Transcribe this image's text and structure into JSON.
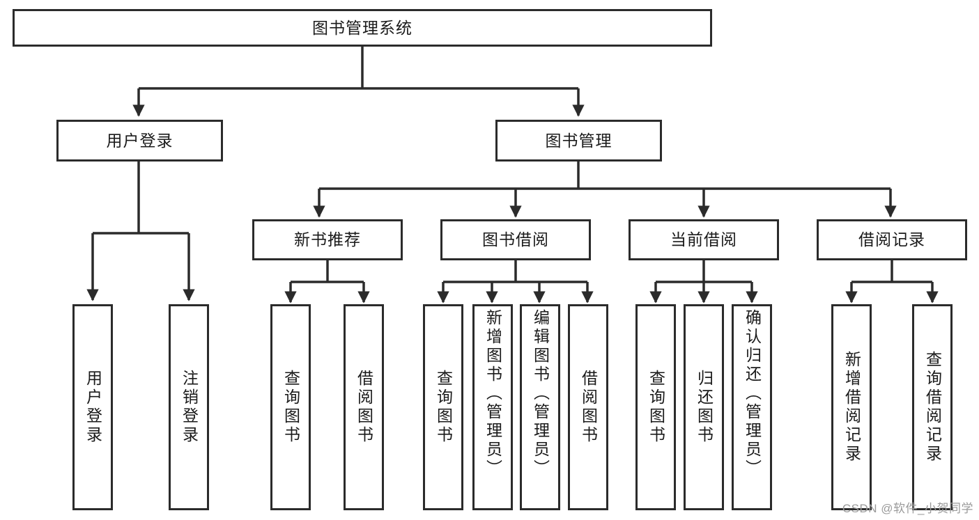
{
  "diagram": {
    "type": "tree",
    "title": "图书管理系统",
    "watermark": "CSDN @软件_小贺同学",
    "colors": {
      "stroke": "#2b2b2b",
      "fill": "#ffffff",
      "text": "#1a1a1a",
      "watermark": "#9a9a9a"
    },
    "root": {
      "label": "图书管理系统"
    },
    "level1": [
      {
        "label": "用户登录"
      },
      {
        "label": "图书管理"
      }
    ],
    "level2": [
      {
        "label": "新书推荐"
      },
      {
        "label": "图书借阅"
      },
      {
        "label": "当前借阅"
      },
      {
        "label": "借阅记录"
      }
    ],
    "leaves": {
      "user_login": [
        {
          "label": "用户登录"
        },
        {
          "label": "注销登录"
        }
      ],
      "new_book_recommend": [
        {
          "label": "查询图书"
        },
        {
          "label": "借阅图书"
        }
      ],
      "book_borrow": [
        {
          "label": "查询图书"
        },
        {
          "label": "新增图书（管理员）"
        },
        {
          "label": "编辑图书（管理员）"
        },
        {
          "label": "借阅图书"
        }
      ],
      "current_borrow": [
        {
          "label": "查询图书"
        },
        {
          "label": "归还图书"
        },
        {
          "label": "确认归还（管理员）"
        }
      ],
      "borrow_record": [
        {
          "label": "新增借阅记录"
        },
        {
          "label": "查询借阅记录"
        }
      ]
    }
  }
}
